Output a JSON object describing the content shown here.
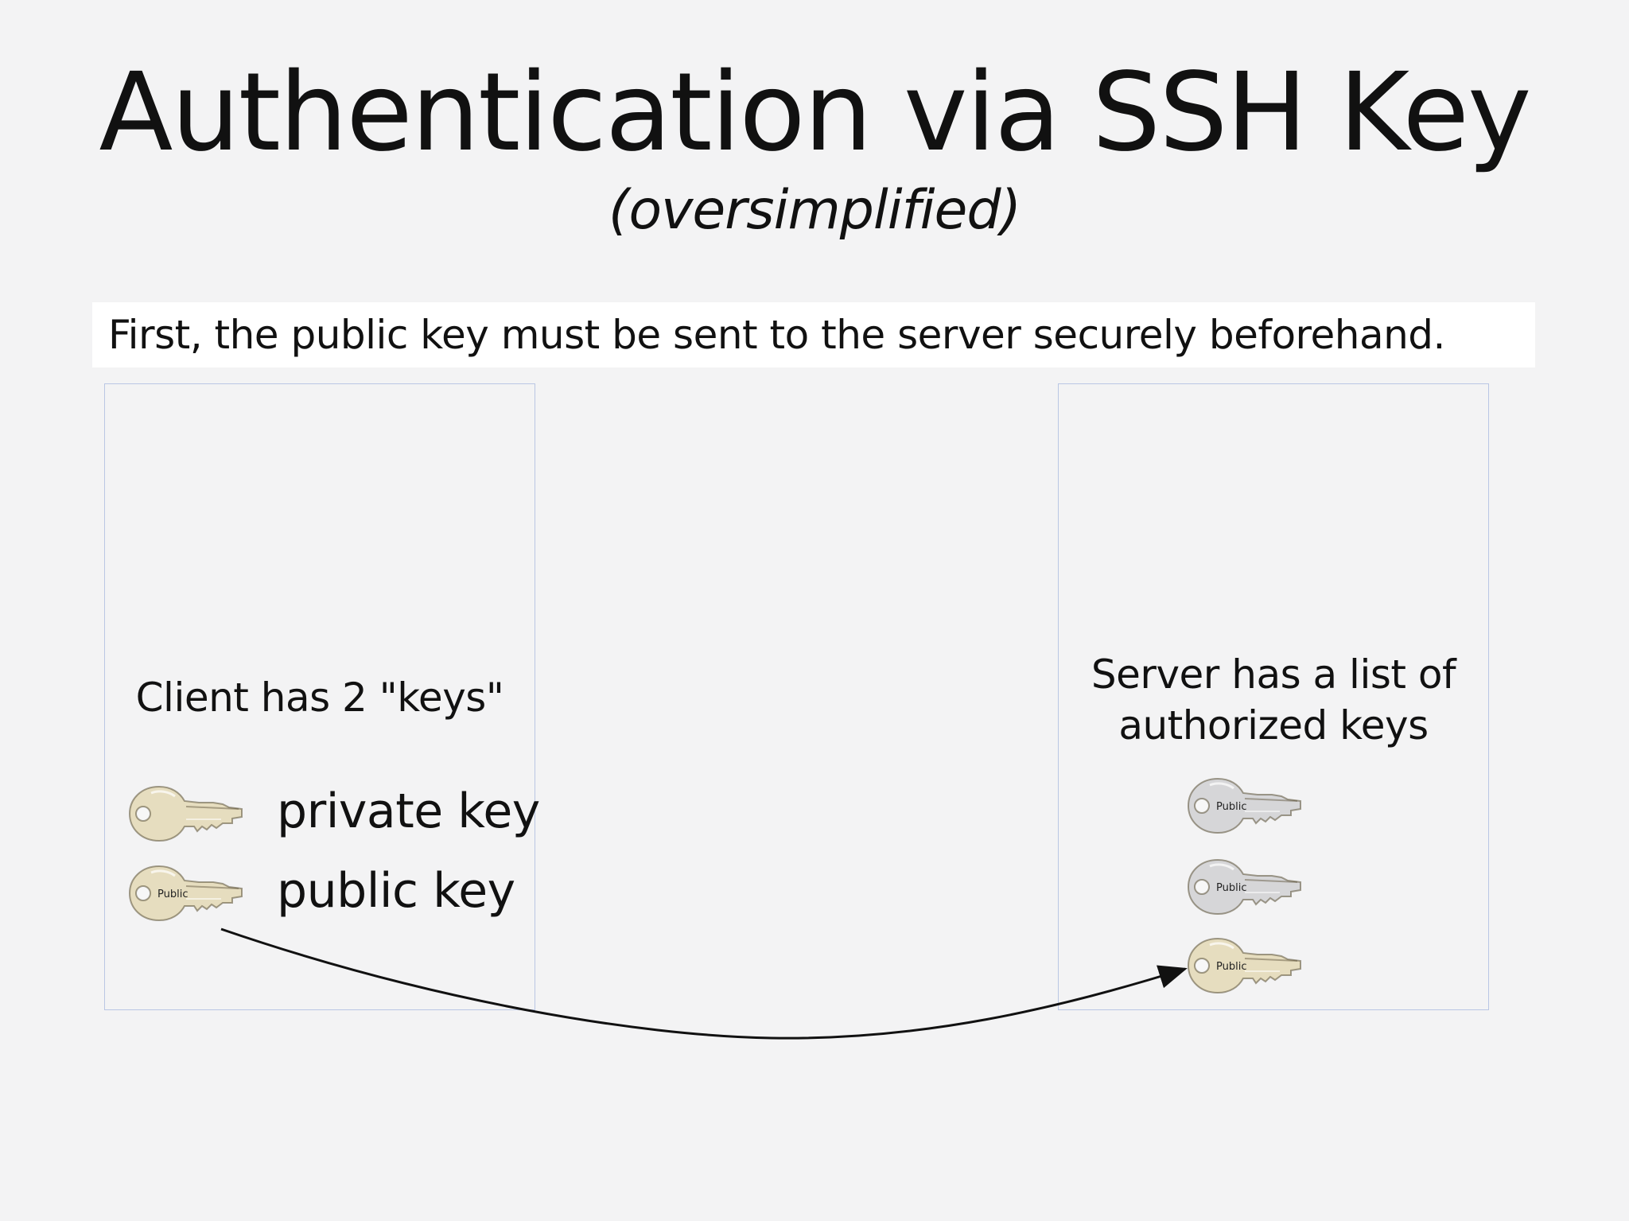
{
  "title": "Authentication via SSH Key",
  "subtitle": "(oversimplified)",
  "intro": "First, the public key must be sent to the server securely beforehand.",
  "client": {
    "caption": "Client has 2 \"keys\"",
    "private_key_label": "private key",
    "public_key_label": "public key",
    "public_key_tag": "Public"
  },
  "server": {
    "caption_line1": "Server has a list of",
    "caption_line2": "authorized keys",
    "key_tags": [
      "Public",
      "Public",
      "Public"
    ]
  },
  "colors": {
    "background": "#f3f3f4",
    "panel_border": "#b9c6e4",
    "client_key_fill": "#e6ddbf",
    "server_key_fill": "#d6d6d8",
    "arrow": "#111111"
  },
  "icons": {
    "private_key": "brass-key-icon",
    "public_key": "brass-key-icon",
    "server_keys": [
      "silver-key-icon",
      "silver-key-icon",
      "brass-key-icon"
    ]
  }
}
